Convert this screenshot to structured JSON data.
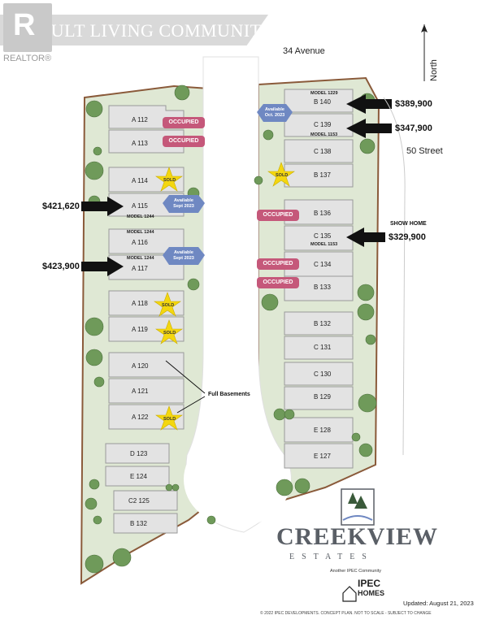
{
  "banner": {
    "title": "ADULT LIVING COMMUNITY"
  },
  "watermark": {
    "label": "REALTOR®"
  },
  "streets": {
    "north_avenue": "34 Avenue",
    "east_street": "50 Street",
    "north_arrow": "North"
  },
  "lots_left": [
    {
      "id": "A 112"
    },
    {
      "id": "A 113"
    },
    {
      "id": "A 114"
    },
    {
      "id": "A 115"
    },
    {
      "id": "A 116"
    },
    {
      "id": "A 117"
    },
    {
      "id": "A 118"
    },
    {
      "id": "A 119"
    },
    {
      "id": "A 120"
    },
    {
      "id": "A 121"
    },
    {
      "id": "A 122"
    },
    {
      "id": "D 123"
    },
    {
      "id": "E 124"
    },
    {
      "id": "C2 125"
    },
    {
      "id": "B 132"
    }
  ],
  "lots_right": [
    {
      "id": "B 140"
    },
    {
      "id": "C 139"
    },
    {
      "id": "C 138"
    },
    {
      "id": "B 137"
    },
    {
      "id": "B 136"
    },
    {
      "id": "C 135"
    },
    {
      "id": "C 134"
    },
    {
      "id": "B 133"
    },
    {
      "id": "B 132"
    },
    {
      "id": "C 131"
    },
    {
      "id": "C 130"
    },
    {
      "id": "B 129"
    },
    {
      "id": "E 128"
    },
    {
      "id": "E 127"
    }
  ],
  "models": {
    "m1229": "MODEL 1229",
    "m1153a": "MODEL 1153",
    "m1244a": "MODEL 1244",
    "m1244b": "MODEL 1244",
    "m1244c": "MODEL 1244",
    "m1153b": "MODEL 1153"
  },
  "status": {
    "occupied": "OCCUPIED",
    "sold": "SOLD",
    "available_oct": "Available\nOct. 2023",
    "available_sept": "Available\nSept 2023"
  },
  "prices": {
    "b140": "$389,900",
    "c139": "$347,900",
    "a115": "$421,620",
    "a117": "$423,900",
    "c135": "$329,900"
  },
  "notes": {
    "show_home": "SHOW HOME",
    "full_basements": "Full Basements"
  },
  "logo": {
    "name": "CREEKVIEW",
    "sub": "ESTATES",
    "tagline": "Another IPEC Community",
    "builder_line1": "IPEC",
    "builder_line2": "HOMES"
  },
  "footer": {
    "updated": "Updated: August 21, 2023",
    "copyright": "© 2022 IPEC DEVELOPMENTS. CONCEPT PLAN. NOT TO SCALE - SUBJECT TO CHANGE"
  },
  "colors": {
    "occupied": "#c5587a",
    "available": "#6f88c2",
    "sold_star": "#f4d70f",
    "lot_fill": "#e3e3e3",
    "lot_stroke": "#9a9a9a",
    "grass": "#dfe8d4",
    "road": "#f1f1f1",
    "boundary": "#8a5a3a",
    "tree": "#6f9a5a"
  }
}
